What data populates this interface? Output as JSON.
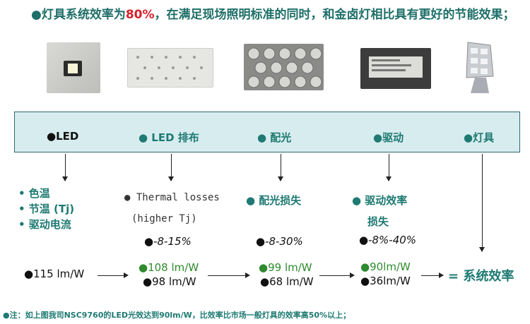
{
  "headline": {
    "bullet": "●",
    "part1": "灯具系统效率为",
    "highlight": "80%",
    "part2": "，在满足现场照明标准的同时，和金卤灯相比具有更好的节能效果；"
  },
  "photos": [
    {
      "name": "led-chip-photo"
    },
    {
      "name": "led-board-photo"
    },
    {
      "name": "optics-lens-photo"
    },
    {
      "name": "driver-box-photo"
    },
    {
      "name": "floodlight-photo"
    }
  ],
  "stages": [
    "●LED",
    "● LED 排布",
    "● 配光",
    "●驱动",
    "●灯具"
  ],
  "factors": {
    "led": [
      "• 色温",
      "• 节温 (Tj)",
      "• 驱动电流"
    ],
    "layout": [
      "●  Thermal losses",
      "(higher Tj)"
    ],
    "layout_loss": "●-8-15%",
    "optics": "●  配光损失",
    "optics_loss": "●-8-30%",
    "driver_line1": "●  驱动效率",
    "driver_line2": "损失",
    "driver_loss": "●-8%-40%"
  },
  "efficacy": {
    "start": "●115 lm/W",
    "layout_best": "●108 lm/W",
    "layout_worst": "●98 lm/W",
    "optics_best": "●99 lm/W",
    "optics_worst": "●68 lm/W",
    "driver_best": "●90lm/W",
    "driver_worst": "●36lm/W",
    "result": "= 系统效率"
  },
  "note": "●注：如上图我司NSC9760的LED光效达到90lm/W，比效率比市场一般灯具的效率高50%以上；",
  "colors": {
    "accent": "#1e7a72",
    "highlight": "#d8202a",
    "best_value": "#2e8b2e",
    "bar_fill": "#d7ecef"
  }
}
